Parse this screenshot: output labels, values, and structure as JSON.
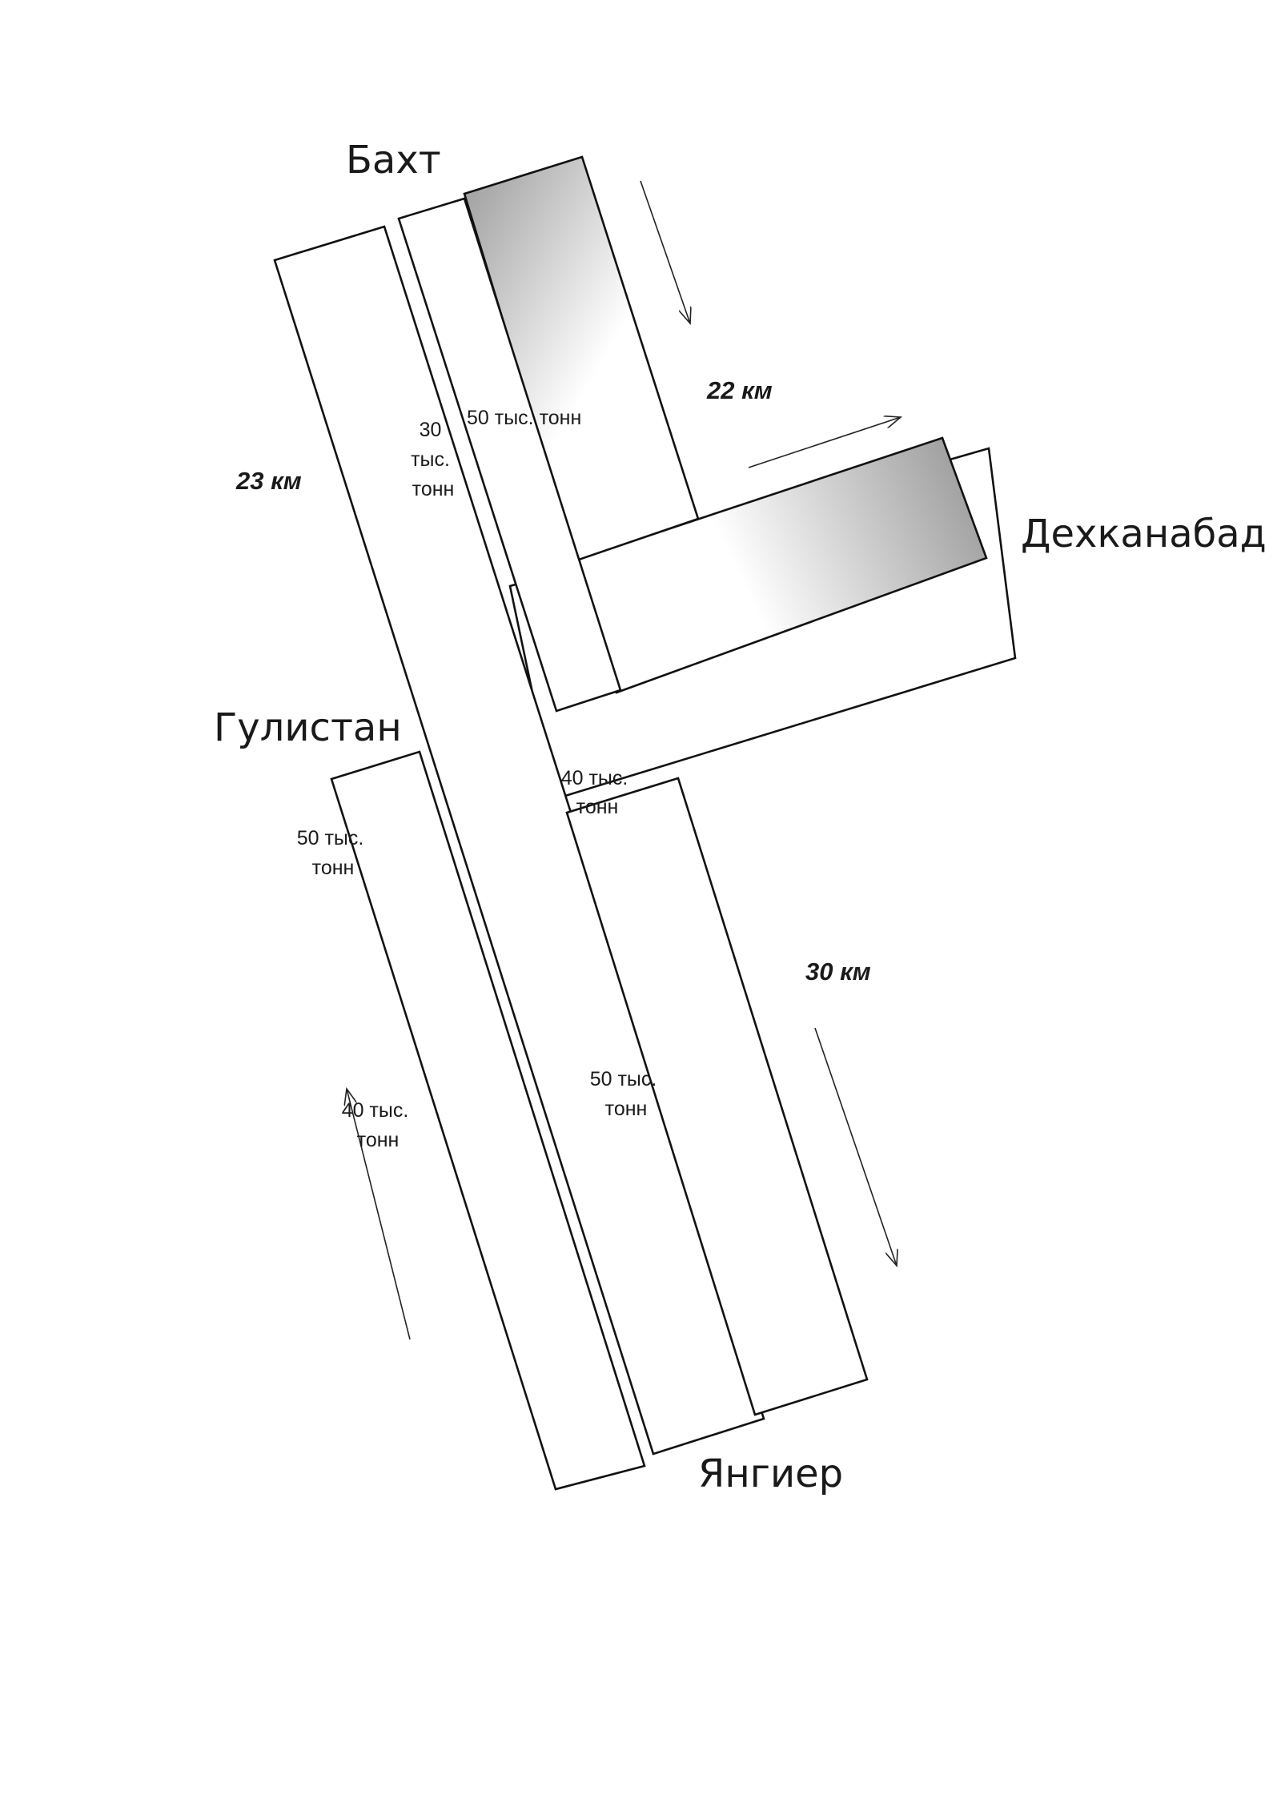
{
  "cities": {
    "bakht": "Бахт",
    "dekhkanabad": "Дехканабад",
    "gulistan": "Гулистан",
    "yangiyer": "Янгиер"
  },
  "distances": {
    "bakht_dekhkanabad": "22 км",
    "bakht_gulistan": "23 км",
    "dekhkanabad_yangiyer": "30 км"
  },
  "capacities": {
    "road_a": [
      "30",
      "тыс.",
      "тонн"
    ],
    "road_b": [
      "50 тыс. тонн"
    ],
    "road_c": [
      "40 тыс.",
      "тонн"
    ],
    "road_d": [
      "50 тыс.",
      "тонн"
    ],
    "road_e": [
      "50 тыс.",
      "тонн"
    ],
    "road_f": [
      "40 тыс.",
      "тонн"
    ]
  },
  "colors": {
    "shade_start": "#ffffff",
    "shade_end": "#9a9a9a"
  }
}
